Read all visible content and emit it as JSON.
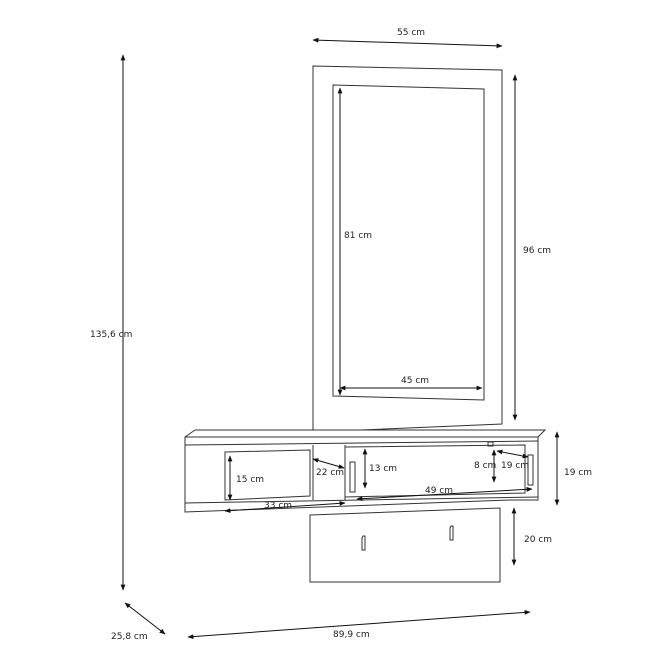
{
  "dimensions": {
    "mirror_width": "55 cm",
    "mirror_height": "96 cm",
    "glass_height": "81 cm",
    "glass_width": "45 cm",
    "total_height": "135,6 cm",
    "shelf_height": "19 cm",
    "panel_height": "20 cm",
    "depth": "25,8 cm",
    "total_width": "89,9 cm",
    "open_compartment_height": "15 cm",
    "open_compartment_depth": "22 cm",
    "open_compartment_width": "33 cm",
    "drawer_inner_height": "13 cm",
    "drawer_height": "8 cm",
    "drawer_depth": "19 cm",
    "drawer_width": "49 cm"
  }
}
